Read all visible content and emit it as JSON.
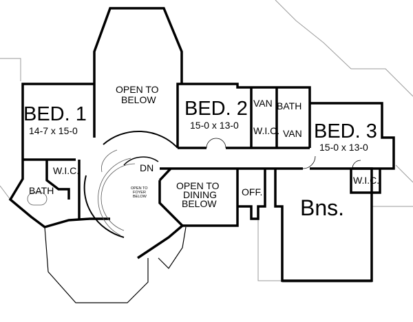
{
  "plan": {
    "rooms": {
      "bed1": {
        "name": "BED. 1",
        "size": "14-7 x 15-0"
      },
      "bed2": {
        "name": "BED. 2",
        "size": "15-0 x 13-0"
      },
      "bed3": {
        "name": "BED. 3",
        "size": "15-0 x 13-0"
      },
      "open_top": {
        "line1": "OPEN TO",
        "line2": "BELOW"
      },
      "open_dining": {
        "line1": "OPEN TO",
        "line2": "DINING",
        "line3": "BELOW"
      },
      "open_foyer": {
        "line1": "OPEN TO",
        "line2": "FOYER",
        "line3": "BELOW"
      },
      "wic1": "W.I.C.",
      "wic2": "W.I.C.",
      "wic3": "W.I.C.",
      "bath1": "BATH",
      "bath2": "BATH",
      "van1": "VAN",
      "van2": "VAN",
      "office": "OFF.",
      "bonus": "Bns.",
      "stair_dn": "DN"
    },
    "colors": {
      "wall": "#000000",
      "roof": "#9a9a9a"
    }
  }
}
